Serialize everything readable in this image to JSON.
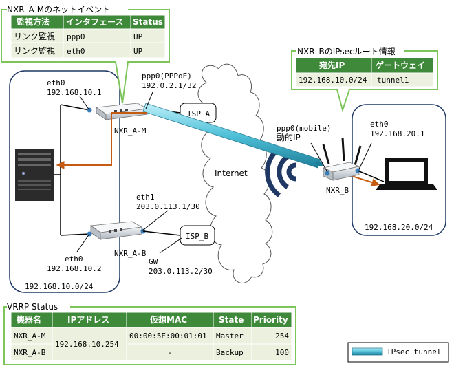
{
  "colors": {
    "table_header": "#3f8a3a",
    "table_cell": "#ebf1de",
    "callout_border": "#7dc55a",
    "lan_border": "#1f3864",
    "flow_arrow": "#c55a11",
    "tunnel": "#4ec0d8"
  },
  "netevent": {
    "title": "NXR_A-Mのネットイベント",
    "headers": [
      "監視方法",
      "インタフェース",
      "Status"
    ],
    "rows": [
      [
        "リンク監視",
        "ppp0",
        "UP"
      ],
      [
        "リンク監視",
        "eth0",
        "UP"
      ]
    ]
  },
  "ipsec_route": {
    "title": "NXR_BのIPsecルート情報",
    "headers": [
      "宛先IP",
      "ゲートウェイ"
    ],
    "rows": [
      [
        "192.168.10.0/24",
        "tunnel1"
      ]
    ]
  },
  "vrrp": {
    "title": "VRRP Status",
    "headers": [
      "機器名",
      "IPアドレス",
      "仮想MAC",
      "State",
      "Priority"
    ],
    "rows": [
      {
        "name": "NXR_A-M",
        "mac": "00:00:5E:00:01:01",
        "state": "Master",
        "priority": "254"
      },
      {
        "name": "NXR_A-B",
        "mac": "-",
        "state": "Backup",
        "priority": "100"
      }
    ],
    "shared_ip": "192.168.10.254"
  },
  "labels": {
    "nxr_am_eth0": "eth0",
    "nxr_am_eth0_ip": "192.168.10.1",
    "nxr_am_ppp0": "ppp0(PPPoE)",
    "nxr_am_ppp0_ip": "192.0.2.1/32",
    "nxr_am_name": "NXR_A-M",
    "isp_a": "ISP_A",
    "isp_b": "ISP_B",
    "internet": "Internet",
    "nxr_ab_eth1": "eth1",
    "nxr_ab_eth1_ip": "203.0.113.1/30",
    "nxr_ab_name": "NXR_A-B",
    "nxr_ab_eth0": "eth0",
    "nxr_ab_eth0_ip": "192.168.10.2",
    "gw": "GW",
    "gw_ip": "203.0.113.2/30",
    "lan_a": "192.168.10.0/24",
    "nxr_b_ppp0": "ppp0(mobile)",
    "nxr_b_dynamic_ip": "動的IP",
    "nxr_b_name": "NXR_B",
    "nxr_b_eth0": "eth0",
    "nxr_b_eth0_ip": "192.168.20.1",
    "lan_b": "192.168.20.0/24"
  },
  "legend": {
    "label": "IPsec tunnel"
  }
}
